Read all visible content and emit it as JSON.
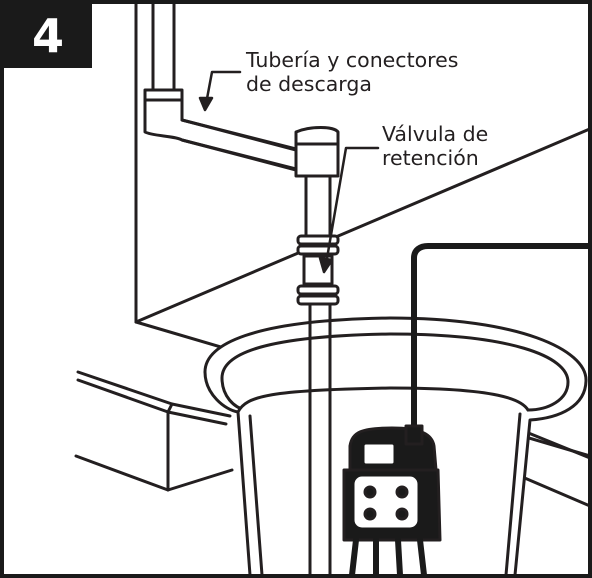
{
  "step": {
    "number": "4"
  },
  "callouts": {
    "pipe": {
      "line1": "Tubería y conectores",
      "line2": "de descarga"
    },
    "valve": {
      "line1": "Válvula de",
      "line2": "retención"
    }
  },
  "colors": {
    "ink": "#231f20",
    "fill": "#ffffff",
    "pump_fill": "#ffffff"
  }
}
